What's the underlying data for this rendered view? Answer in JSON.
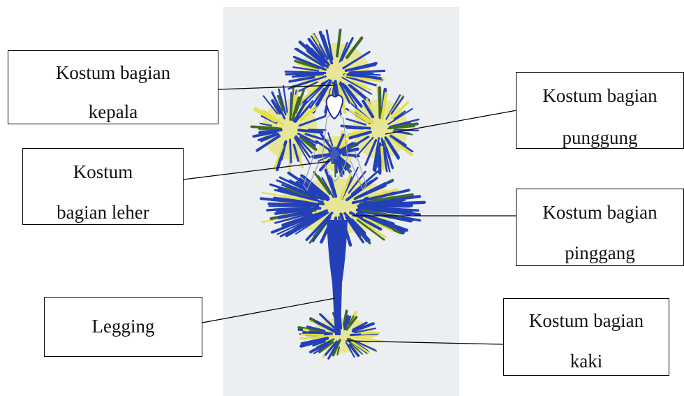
{
  "figure": {
    "labels": {
      "kepala": {
        "line1": "Kostum bagian",
        "line2": "kepala"
      },
      "punggung": {
        "line1": "Kostum bagian",
        "line2": "punggung"
      },
      "leher": {
        "line1": "Kostum",
        "line2": "bagian leher"
      },
      "pinggang": {
        "line1": "Kostum bagian",
        "line2": "pinggang"
      },
      "legging": {
        "line1": "Legging"
      },
      "kaki": {
        "line1": "Kostum bagian",
        "line2": "kaki"
      }
    },
    "drawing": {
      "subject": "costume sketch with blue and yellow feather-like strokes",
      "colors": {
        "blue": "#2340b8",
        "yellow": "#e4df4a",
        "paper": "#eceff1",
        "green": "#3e6a2a"
      }
    }
  }
}
